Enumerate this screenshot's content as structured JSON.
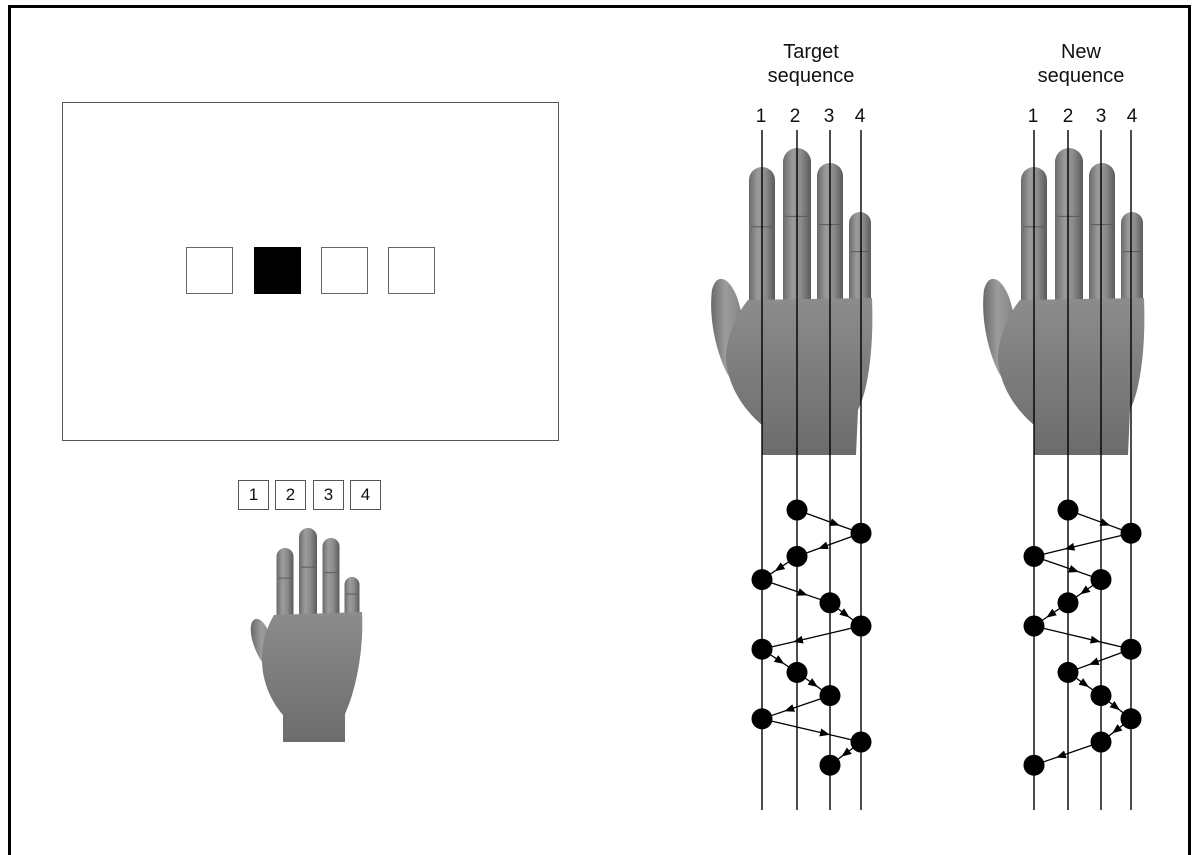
{
  "stimulus_display": {
    "squares": [
      {
        "filled": false
      },
      {
        "filled": true
      },
      {
        "filled": false
      },
      {
        "filled": false
      }
    ]
  },
  "response_keys": [
    "1",
    "2",
    "3",
    "4"
  ],
  "panels": [
    {
      "title_line1": "Target",
      "title_line2": "sequence",
      "finger_labels": [
        "1",
        "2",
        "3",
        "4"
      ],
      "sequence": [
        2,
        4,
        2,
        1,
        3,
        4,
        1,
        2,
        3,
        1,
        4,
        3
      ]
    },
    {
      "title_line1": "New",
      "title_line2": "sequence",
      "finger_labels": [
        "1",
        "2",
        "3",
        "4"
      ],
      "sequence": [
        2,
        4,
        1,
        3,
        2,
        1,
        4,
        2,
        3,
        4,
        3,
        1
      ]
    }
  ],
  "colors": {
    "frame": "#000000",
    "skin_light": "#a0a0a0",
    "skin_dark": "#555555",
    "dot": "#000000",
    "line": "#000000"
  }
}
